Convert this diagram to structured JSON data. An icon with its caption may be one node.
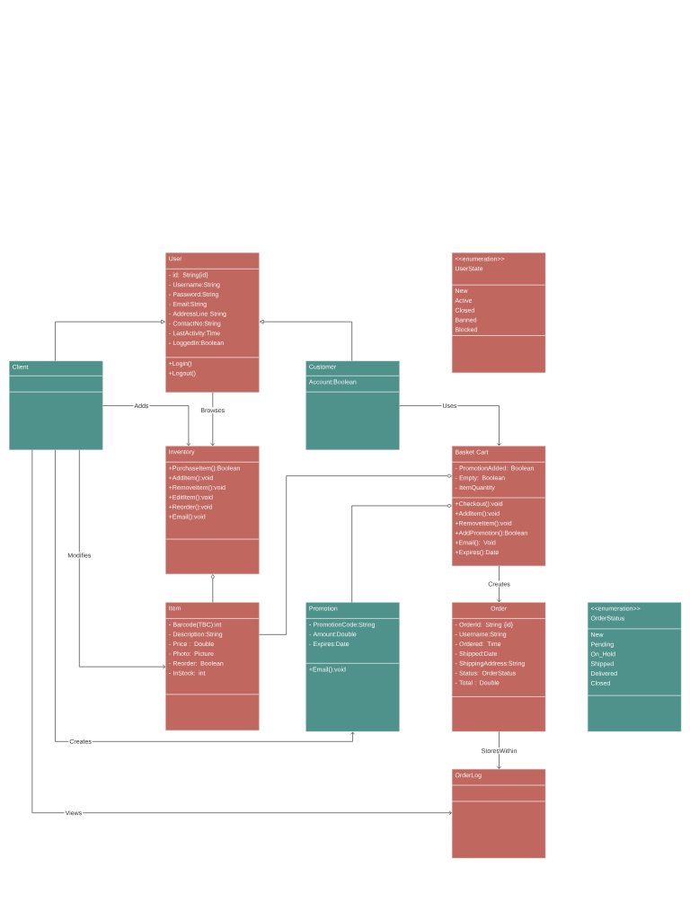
{
  "diagram": {
    "nodes": [
      {
        "text": [
          "User",
          "- id: String{id}",
          "- Username:String",
          "- Password:String",
          "- Email:String",
          "- AddressLine String",
          "- ContactNo:String",
          "- LastActivity:Time",
          "- LoggedIn:Boolean",
          "+Login()",
          "+Logout()"
        ]
      },
      {
        "text": [
          "<<enumeration>>",
          "UserState",
          "New",
          "Active",
          "Closed",
          "Banned",
          "Blocked"
        ]
      },
      {
        "text": [
          "Client"
        ]
      },
      {
        "text": [
          "Customer",
          "Account:Boolean"
        ]
      },
      {
        "text": [
          "Inventory",
          "+PurchaseItem():Boolean",
          "+AddItem():void",
          "+RemoveItem():void",
          "+EditItem():void",
          "+Reorder():void",
          "+Email():void"
        ]
      },
      {
        "text": [
          "Basket Cart",
          "- PromotionAdded: Boolean",
          "- Empty: Boolean",
          "- ItemQuantity",
          "+Checkout():void",
          "+AddItem():void",
          "+RemoveItem():void",
          "+AddPromotion():Boolean",
          "+Email(): Void",
          "+Expires():Date"
        ]
      },
      {
        "text": [
          "Item",
          "- Barcode(TBC):int",
          "- Description:String",
          "- Price : Double",
          "- Photo: Picture",
          "- Reorder: Boolean",
          "- InStock: int"
        ]
      },
      {
        "text": [
          "Promotion",
          "- PromotionCode:String",
          "- Amount:Double",
          "- Expires:Date",
          "+Email():void"
        ]
      },
      {
        "text": [
          "Order",
          "- OrderId: String {id}",
          "- Username:String",
          "- Ordered: Time",
          "- Shipped:Date",
          "- ShippingAddress:String",
          "- Status: OrderStatus",
          "- Total : Double"
        ]
      },
      {
        "text": [
          "<<enumeration>>",
          "OrderStatus",
          "New",
          "Pending",
          "On_Hold",
          "Shipped",
          "Delivered",
          "Closed"
        ]
      },
      {
        "text": [
          "OrderLog"
        ]
      }
    ],
    "edges": [
      {
        "from": 2,
        "to": 0,
        "arrow": "to"
      },
      {
        "from": 3,
        "to": 0,
        "arrow": "to"
      },
      {
        "from": 2,
        "to": 4,
        "arrow": "to",
        "label": "Adds"
      },
      {
        "from": 0,
        "to": 4,
        "arrow": "to",
        "label": "Browses"
      },
      {
        "from": 3,
        "to": 5,
        "arrow": "to",
        "label": "Uses"
      },
      {
        "from": 6,
        "to": 4,
        "arrow": "other"
      },
      {
        "from": 6,
        "to": 5,
        "arrow": "other"
      },
      {
        "from": 7,
        "to": 5,
        "arrow": "other"
      },
      {
        "from": 5,
        "to": 8,
        "arrow": "to",
        "label": "Creates"
      },
      {
        "from": 2,
        "to": 6,
        "arrow": "to",
        "label": "Modifies"
      },
      {
        "from": 2,
        "to": 7,
        "arrow": "to",
        "label": "Creates"
      },
      {
        "from": 8,
        "to": 10,
        "arrow": "to",
        "label": "StoresWithin"
      },
      {
        "from": 2,
        "to": 10,
        "arrow": "to",
        "label": "Views"
      }
    ]
  }
}
